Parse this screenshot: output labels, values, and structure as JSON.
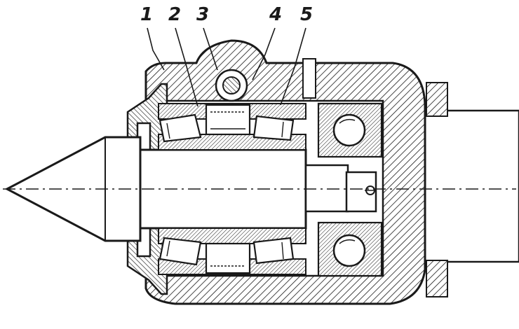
{
  "figure": {
    "callouts": [
      {
        "id": "1",
        "text": "1"
      },
      {
        "id": "2",
        "text": "2"
      },
      {
        "id": "3",
        "text": "3"
      },
      {
        "id": "4",
        "text": "4"
      },
      {
        "id": "5",
        "text": "5"
      }
    ]
  },
  "colors": {
    "ink": "#1a1a1a",
    "paper": "#ffffff"
  }
}
